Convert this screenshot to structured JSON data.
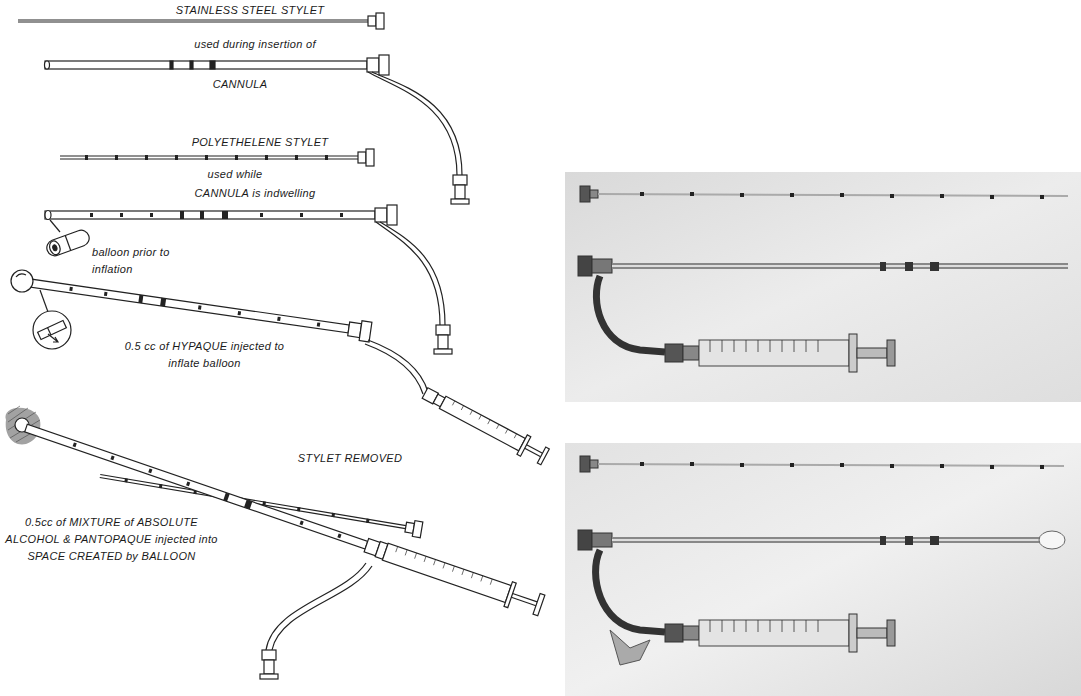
{
  "diagram": {
    "labels": [
      "STAINLESS STEEL STYLET",
      "used during insertion of",
      "CANNULA",
      "POLYETHELENE STYLET",
      "used while",
      "CANNULA is indwelling",
      "balloon prior to inflation",
      "0.5 cc of HYPAQUE injected to inflate balloon",
      "STYLET REMOVED",
      "0.5cc of MIXTURE of ABSOLUTE ALCOHOL & PANTOPAQUE injected into SPACE CREATED by BALLOON"
    ]
  }
}
